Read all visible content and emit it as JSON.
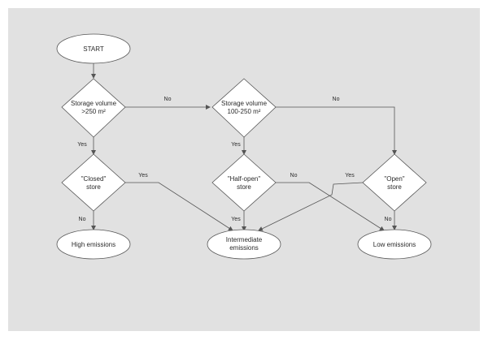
{
  "colors": {
    "background": "#e1e1e1",
    "node_fill": "#ffffff",
    "stroke": "#555555"
  },
  "nodes": {
    "start": {
      "lines": [
        "START"
      ]
    },
    "d1": {
      "lines": [
        "Storage volume",
        ">250 m²"
      ]
    },
    "d2": {
      "lines": [
        "Storage volume",
        "100-250 m²"
      ]
    },
    "d3": {
      "lines": [
        "\"Closed\"",
        "store"
      ]
    },
    "d4": {
      "lines": [
        "\"Half-open\"",
        "store"
      ]
    },
    "d5": {
      "lines": [
        "\"Open\"",
        "store"
      ]
    },
    "high": {
      "lines": [
        "High emissions"
      ]
    },
    "inter": {
      "lines": [
        "Intermediate",
        "emissions"
      ]
    },
    "low": {
      "lines": [
        "Low emissions"
      ]
    }
  },
  "edge_labels": {
    "d1_no": "No",
    "d2_no": "No",
    "d1_yes": "Yes",
    "d2_yes": "Yes",
    "d3_yes": "Yes",
    "d4_no": "No",
    "d5_yes": "Yes",
    "d3_no": "No",
    "d4_yes": "Yes",
    "d5_no": "No"
  }
}
